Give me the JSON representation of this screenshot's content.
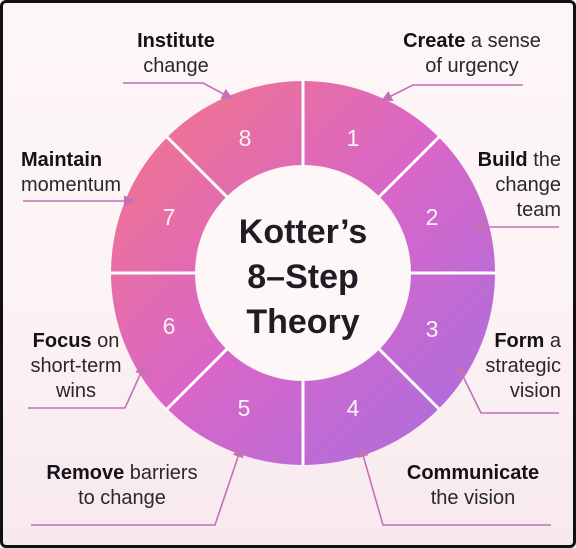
{
  "title_lines": [
    "Kotter’s",
    "8–Step",
    "Theory"
  ],
  "steps": [
    {
      "number": "1",
      "bold": "Create",
      "rest_line1": " a sense",
      "line2": "of urgency"
    },
    {
      "number": "2",
      "bold": "Build",
      "rest_line1": " the",
      "line2": "change",
      "line3": "team"
    },
    {
      "number": "3",
      "bold": "Form",
      "rest_line1": " a",
      "line2": "strategic",
      "line3": "vision"
    },
    {
      "number": "4",
      "bold": "Communicate",
      "rest_line1": "",
      "line2": "the vision"
    },
    {
      "number": "5",
      "bold": "Remove",
      "rest_line1": " barriers",
      "line2": "to change"
    },
    {
      "number": "6",
      "bold": "Focus",
      "rest_line1": " on",
      "line2": "short-term",
      "line3": "wins"
    },
    {
      "number": "7",
      "bold": "Maintain",
      "rest_line1": "",
      "line2": "momentum"
    },
    {
      "number": "8",
      "bold": "Institute",
      "rest_line1": "",
      "line2": "change"
    }
  ],
  "colors": {
    "pink": "#ec6f96",
    "magenta": "#d163d8",
    "purple": "#b16bdb",
    "arrow": "#c46fb8"
  }
}
